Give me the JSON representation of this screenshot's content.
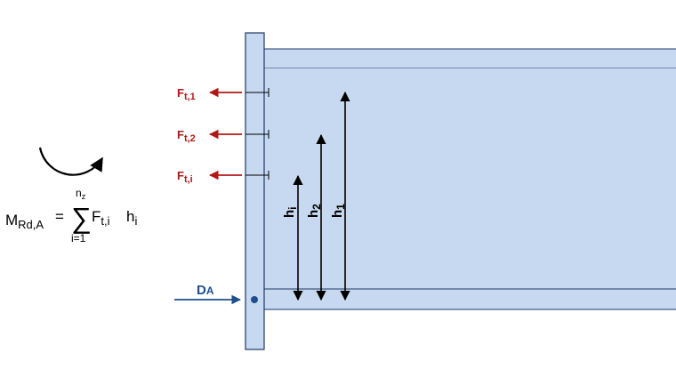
{
  "formula": {
    "lhs_main": "M",
    "lhs_sub": "Rd,A",
    "equals": "=",
    "sum_symbol": "∑",
    "upper_main": "n",
    "upper_sub": "z",
    "lower": "i=1",
    "term_main": "F",
    "term_sub": "t,i",
    "term_h": "h",
    "term_h_sub": "i"
  },
  "forces": [
    {
      "main": "F",
      "sub": "t,1"
    },
    {
      "main": "F",
      "sub": "t,2"
    },
    {
      "main": "F",
      "sub": "t,i"
    }
  ],
  "levers": [
    {
      "main": "h",
      "sub": "i"
    },
    {
      "main": "h",
      "sub": "2"
    },
    {
      "main": "h",
      "sub": "1"
    }
  ],
  "compression": {
    "main": "D",
    "sub": "A"
  },
  "colors": {
    "beam_fill": "#c6d9f0",
    "beam_stroke": "#1f3864",
    "force_color": "#b01818",
    "compression_color": "#1f4e8c"
  }
}
